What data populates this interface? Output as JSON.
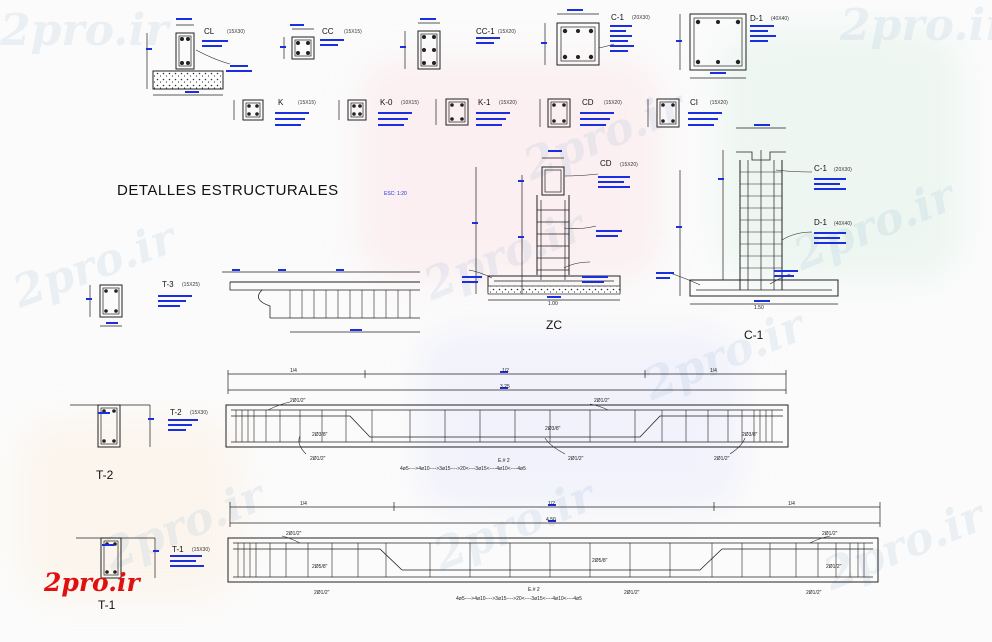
{
  "title": "DETALLES ESTRUCTURALES",
  "scale": "ESC: 1:20",
  "watermark": "2pro.ir",
  "logo": "2pro.ir",
  "colors": {
    "blue": "#1a2fe0",
    "line": "#222222",
    "logo": "#e01010"
  },
  "sections": [
    {
      "id": "cl",
      "name": "CL",
      "size": "(15X30)"
    },
    {
      "id": "cc",
      "name": "CC",
      "size": "(15X15)"
    },
    {
      "id": "cc1",
      "name": "CC-1",
      "size": "(15X20)"
    },
    {
      "id": "c1",
      "name": "C-1",
      "size": "(20X30)"
    },
    {
      "id": "d1",
      "name": "D-1",
      "size": "(40X40)"
    },
    {
      "id": "k",
      "name": "K",
      "size": "(15X15)"
    },
    {
      "id": "k0",
      "name": "K-0",
      "size": "(10X15)"
    },
    {
      "id": "k1",
      "name": "K-1",
      "size": "(15X20)"
    },
    {
      "id": "cd",
      "name": "CD",
      "size": "(15X20)"
    },
    {
      "id": "ci",
      "name": "CI",
      "size": "(15X20)"
    },
    {
      "id": "t3",
      "name": "T-3",
      "size": "(15X25)"
    },
    {
      "id": "t2",
      "name": "T-2",
      "size": "(15X30)"
    },
    {
      "id": "t1",
      "name": "T-1",
      "size": "(15X30)"
    }
  ],
  "zc": {
    "title": "ZC",
    "width": "1.00",
    "column_tag": "CD",
    "column_size": "(15X20)"
  },
  "c1_footing": {
    "title": "C-1",
    "width": "1.50",
    "tag_a": "C-1",
    "size_a": "(20X30)",
    "tag_b": "D-1",
    "size_b": "(40X40)"
  },
  "t2_beam": {
    "label": "T-2",
    "segments": [
      "1/4",
      "1/2",
      "1/4"
    ],
    "length": "3.25",
    "stirrups": "4ø5---->4ø10---->3ø15---->20<----3ø15<----4ø10<----4ø5",
    "spacing": "E.# 2",
    "bar_notes": [
      "2Ø1/2\"",
      "2Ø1/2\"",
      "2Ø3/8\"",
      "2Ø3/8\"",
      "2Ø3/8\"",
      "2Ø1/2\"",
      "2Ø1/2\"",
      "2Ø1/2\""
    ]
  },
  "t1_beam": {
    "label": "T-1",
    "segments": [
      "1/4",
      "1/2",
      "1/4"
    ],
    "length": "4.50",
    "stirrups": "4ø5---->4ø10---->3ø15---->20<----3ø15<----4ø10<----4ø5",
    "spacing": "E.# 2",
    "bar_notes": [
      "2Ø1/2\"",
      "2Ø1/2\"",
      "2Ø5/8\"",
      "2Ø1/2\"",
      "2Ø5/8\"",
      "2Ø1/2\"",
      "2Ø1/2\"",
      "2Ø1/2\""
    ]
  }
}
